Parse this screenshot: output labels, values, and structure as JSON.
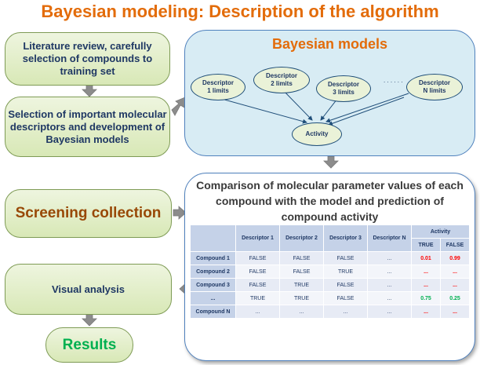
{
  "title": "Bayesian modeling: Description of the algorithm",
  "left_boxes": {
    "literature": "Literature review, carefully selection of compounds to training set",
    "descriptors": "Selection of important molecular descriptors and development of Bayesian models",
    "screening": "Screening collection",
    "visual": "Visual analysis",
    "results": "Results"
  },
  "bayesian": {
    "title": "Bayesian models",
    "nodes": {
      "d1": "Descriptor\n1 limits",
      "d2": "Descriptor\n2 limits",
      "d3": "Descriptor\n3 limits",
      "dn": "Descriptor\nN limits",
      "dots": ". . . . . .",
      "activity": "Activity"
    }
  },
  "comparison": {
    "title": "Comparison of molecular parameter values of each compound with the model and prediction of compound activity",
    "headers": {
      "d1": "Descriptor 1",
      "d2": "Descriptor 2",
      "d3": "Descriptor 3",
      "dn": "Descriptor N",
      "activity": "Activity",
      "true": "TRUE",
      "false": "FALSE"
    },
    "rows": [
      {
        "name": "Compound 1",
        "d1": "FALSE",
        "d2": "FALSE",
        "d3": "FALSE",
        "dn": "...",
        "t": "0.01",
        "f": "0.99"
      },
      {
        "name": "Compound 2",
        "d1": "FALSE",
        "d2": "FALSE",
        "d3": "TRUE",
        "dn": "...",
        "t": "...",
        "f": "..."
      },
      {
        "name": "Compound 3",
        "d1": "FALSE",
        "d2": "TRUE",
        "d3": "FALSE",
        "dn": "...",
        "t": "...",
        "f": "..."
      },
      {
        "name": "...",
        "d1": "TRUE",
        "d2": "TRUE",
        "d3": "FALSE",
        "dn": "...",
        "t": "0.75",
        "f": "0.25"
      },
      {
        "name": "Compound N",
        "d1": "...",
        "d2": "...",
        "d3": "...",
        "dn": "...",
        "t": "...",
        "f": "..."
      }
    ]
  }
}
